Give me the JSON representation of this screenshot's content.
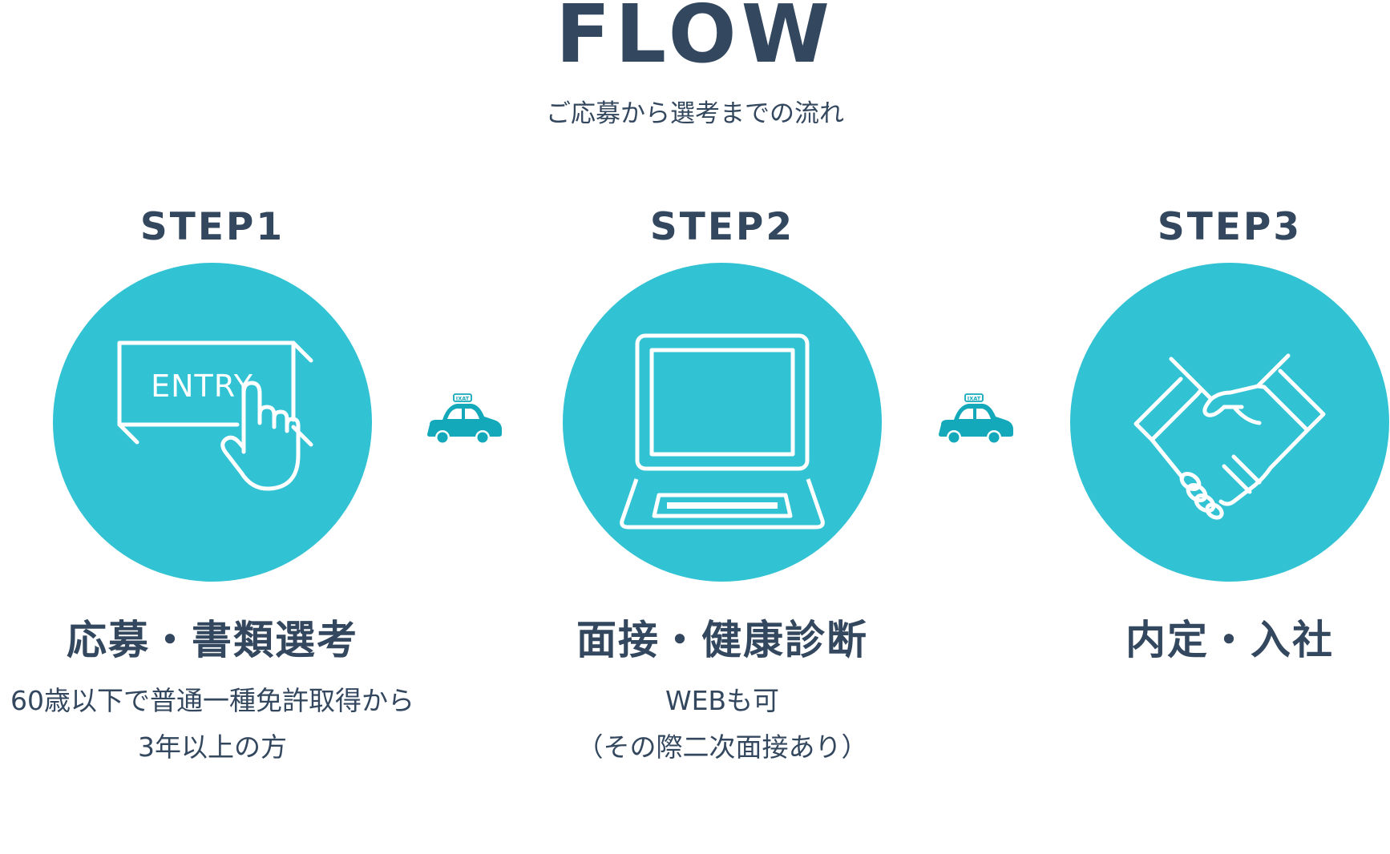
{
  "header": {
    "title": "FLOW",
    "subtitle": "ご応募から選考までの流れ"
  },
  "colors": {
    "accent": "#31c2d3",
    "taxi": "#13a9ba",
    "text": "#33475e",
    "icon_line": "#ffffff"
  },
  "steps": [
    {
      "label": "STEP1",
      "icon": "entry-button-hand-icon",
      "icon_text": "ENTRY",
      "title": "応募・書類選考",
      "description": [
        "60歳以下で普通一種免許取得から",
        "3年以上の方"
      ]
    },
    {
      "label": "STEP2",
      "icon": "laptop-icon",
      "title": "面接・健康診断",
      "description": [
        "WEBも可",
        "（その際二次面接あり）"
      ]
    },
    {
      "label": "STEP3",
      "icon": "handshake-icon",
      "title": "内定・入社",
      "description": []
    }
  ],
  "connectors": [
    {
      "icon": "taxi-icon",
      "sign_text": "IXAT"
    },
    {
      "icon": "taxi-icon",
      "sign_text": "IXAT"
    }
  ]
}
